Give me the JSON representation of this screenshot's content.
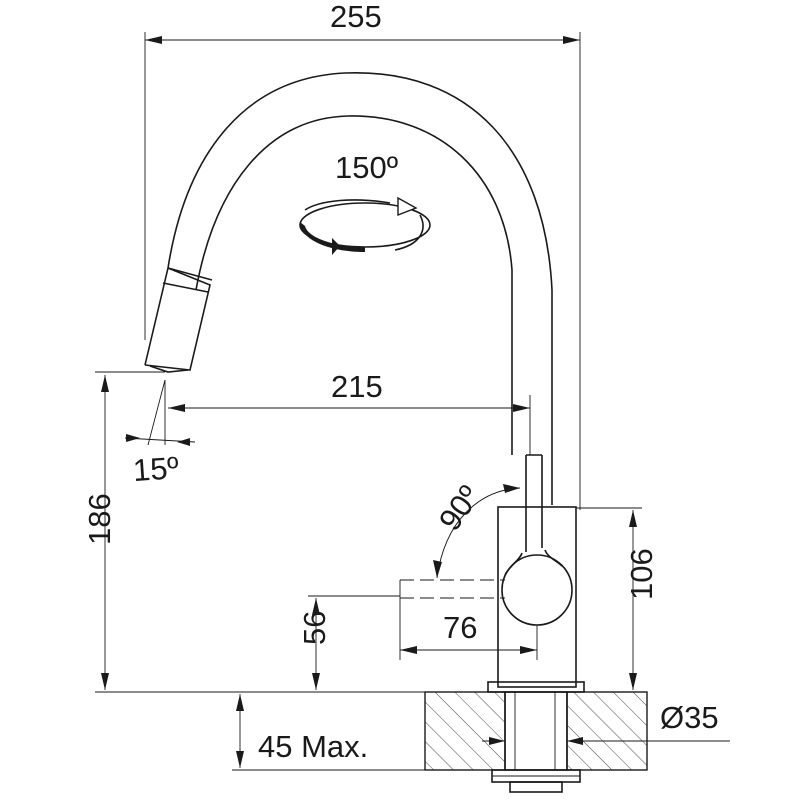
{
  "dimensions": {
    "total_width": "255",
    "reach": "215",
    "height_spout": "186",
    "lever_height": "56",
    "lever_travel": "76",
    "body_height": "106",
    "deck_thickness": "45 Max.",
    "hole_diameter": "Ø35"
  },
  "angles": {
    "swivel": "150º",
    "spray_tilt": "15º",
    "lever": "90º"
  },
  "icons": {
    "rotation": "rotation-arrow-icon"
  },
  "colors": {
    "line": "#1a1a1a",
    "background": "#ffffff"
  }
}
